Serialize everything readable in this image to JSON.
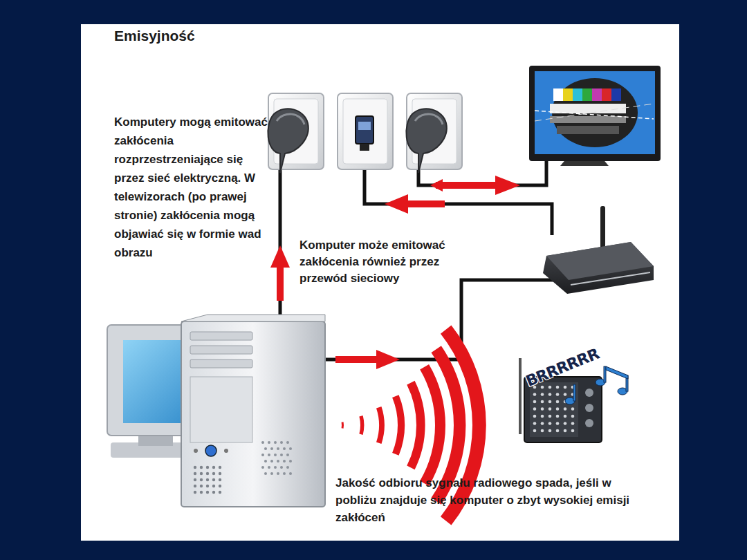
{
  "diagram": {
    "title": "Emisyjność",
    "labels": [
      "Komputery mogą emitować zakłócenia rozprzestrzeniające się przez sieć elektryczną. W telewizorach (po prawej stronie) zakłócenia mogą objawiać się w formie wad obrazu",
      "Komputer może emitować zakłócenia również przez przewód sieciowy",
      "Jakość odbioru sygnału radiowego spada, jeśli w pobliżu znajduje się komputer o zbyt wysokiej emisji zakłóceń",
      "BRRRRRR"
    ]
  }
}
